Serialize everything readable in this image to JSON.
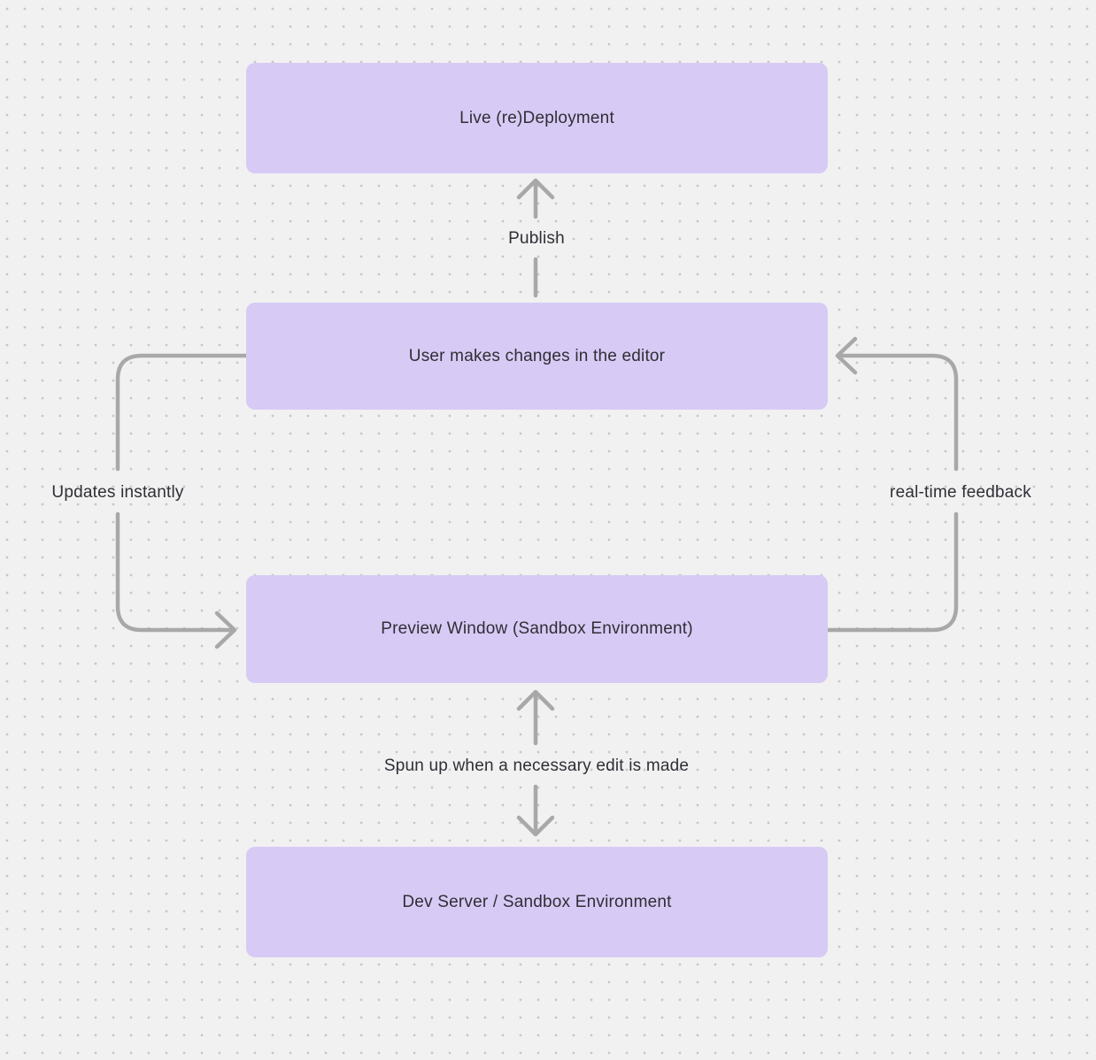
{
  "theme": {
    "background": "#f2f1f1",
    "dot_color": "#c9c7c7",
    "node_fill": "#d7cbf5",
    "text_color": "#302e36",
    "arrow_color": "#a9a8a8"
  },
  "nodes": [
    {
      "label": "Live (re)Deployment"
    },
    {
      "label": "User makes changes in the editor"
    },
    {
      "label": "Preview Window (Sandbox Environment)"
    },
    {
      "label": "Dev Server / Sandbox Environment"
    }
  ],
  "edges": [
    {
      "label": "Publish",
      "from": "User makes changes in the editor",
      "to": "Live (re)Deployment",
      "direction": "up"
    },
    {
      "label": "Updates instantly",
      "from": "User makes changes in the editor",
      "to": "Preview Window (Sandbox Environment)",
      "direction": "left-loop-down"
    },
    {
      "label": "real-time feedback",
      "from": "Preview Window (Sandbox Environment)",
      "to": "User makes changes in the editor",
      "direction": "right-loop-up"
    },
    {
      "label": "Spun up when a necessary edit is made",
      "from": "Preview Window (Sandbox Environment)",
      "to": "Dev Server / Sandbox Environment",
      "direction": "bidirectional-vertical"
    }
  ]
}
